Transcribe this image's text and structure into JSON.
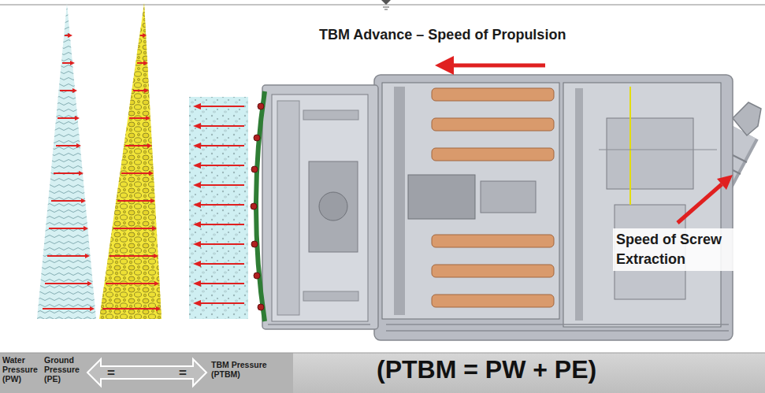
{
  "diagram": {
    "nodes": [
      {
        "text": [
          "=",
          "="
        ]
      }
    ],
    "labels": [
      "TBM Advance – Speed of Propulsion",
      "Speed of Screw Extraction",
      "Water Pressure (PW)",
      "Ground Pressure (PE)",
      "TBM Pressure (PTBM)",
      "(PTBM = PW + PE)"
    ]
  }
}
